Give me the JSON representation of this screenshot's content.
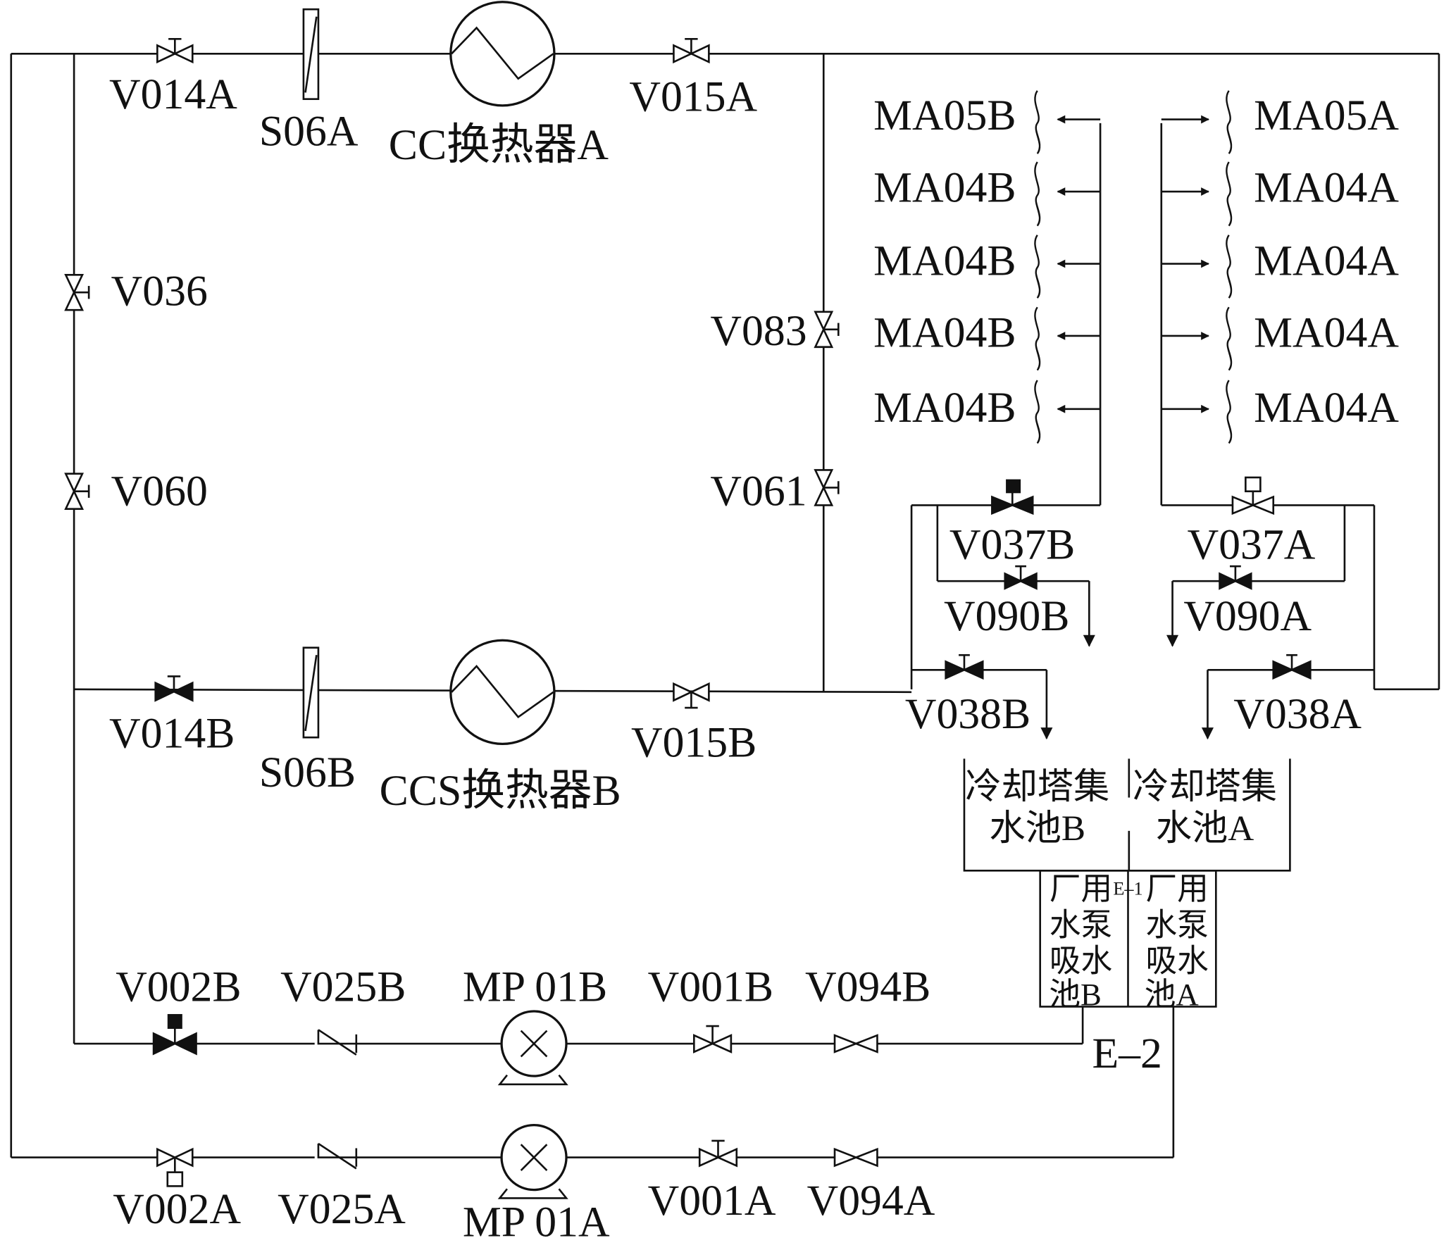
{
  "valves": {
    "v014a": "V014A",
    "v015a": "V015A",
    "v036": "V036",
    "v060": "V060",
    "v083": "V083",
    "v061": "V061",
    "v037b": "V037B",
    "v037a": "V037A",
    "v090b": "V090B",
    "v090a": "V090A",
    "v038b": "V038B",
    "v038a": "V038A",
    "v014b": "V014B",
    "v015b": "V015B",
    "v002b": "V002B",
    "v025b": "V025B",
    "v001b": "V001B",
    "v094b": "V094B",
    "v002a": "V002A",
    "v025a": "V025A",
    "v001a": "V001A",
    "v094a": "V094A"
  },
  "strainers": {
    "s06a": "S06A",
    "s06b": "S06B"
  },
  "heat_exchangers": {
    "a": "CC换热器A",
    "b": "CCS换热器B"
  },
  "pumps": {
    "mp01b": "MP 01B",
    "mp01a": "MP 01A"
  },
  "fans_b": [
    "MA05B",
    "MA04B",
    "MA04B",
    "MA04B",
    "MA04B"
  ],
  "fans_a": [
    "MA05A",
    "MA04A",
    "MA04A",
    "MA04A",
    "MA04A"
  ],
  "basins": {
    "tower_b": [
      "冷却塔集",
      "水池B"
    ],
    "tower_a": [
      "冷却塔集",
      "水池A"
    ],
    "sump_b": [
      "厂用",
      "水泵",
      "吸水",
      "池B"
    ],
    "sump_a": [
      "厂用",
      "水泵",
      "吸水",
      "池A"
    ],
    "e1": "E–1",
    "e2": "E–2"
  }
}
